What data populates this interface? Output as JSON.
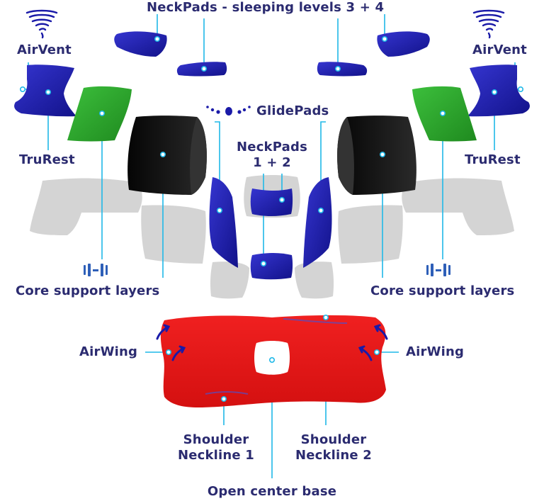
{
  "diagram": {
    "labels": {
      "neckpads_levels": "NeckPads - sleeping levels 3 + 4",
      "airvent_left": "AirVent",
      "airvent_right": "AirVent",
      "glidepads": "GlidePads",
      "trurest_left": "TruRest",
      "trurest_right": "TruRest",
      "neckpads_12_line1": "NeckPads",
      "neckpads_12_line2": "1 + 2",
      "core_left": "Core support layers",
      "core_right": "Core support layers",
      "airwing_left": "AirWing",
      "airwing_right": "AirWing",
      "shoulder1_line1": "Shoulder",
      "shoulder1_line2": "Neckline 1",
      "shoulder2_line1": "Shoulder",
      "shoulder2_line2": "Neckline 2",
      "open_center": "Open center base"
    },
    "colors": {
      "label_text": "#2b2b70",
      "leader_line": "#1fb8e8",
      "neckpad_blue": "#1a1aa8",
      "airvent_blue": "#1a1aa8",
      "trurest_green": "#2ea32e",
      "core_black": "#111111",
      "base_red": "#e8161a",
      "shadow_gray": "#cfcfcf",
      "icon_blue": "#2e5fb8"
    },
    "icons": [
      "tornado-icon",
      "dots-icon",
      "dumbbell-icon",
      "arrow-icon"
    ]
  }
}
